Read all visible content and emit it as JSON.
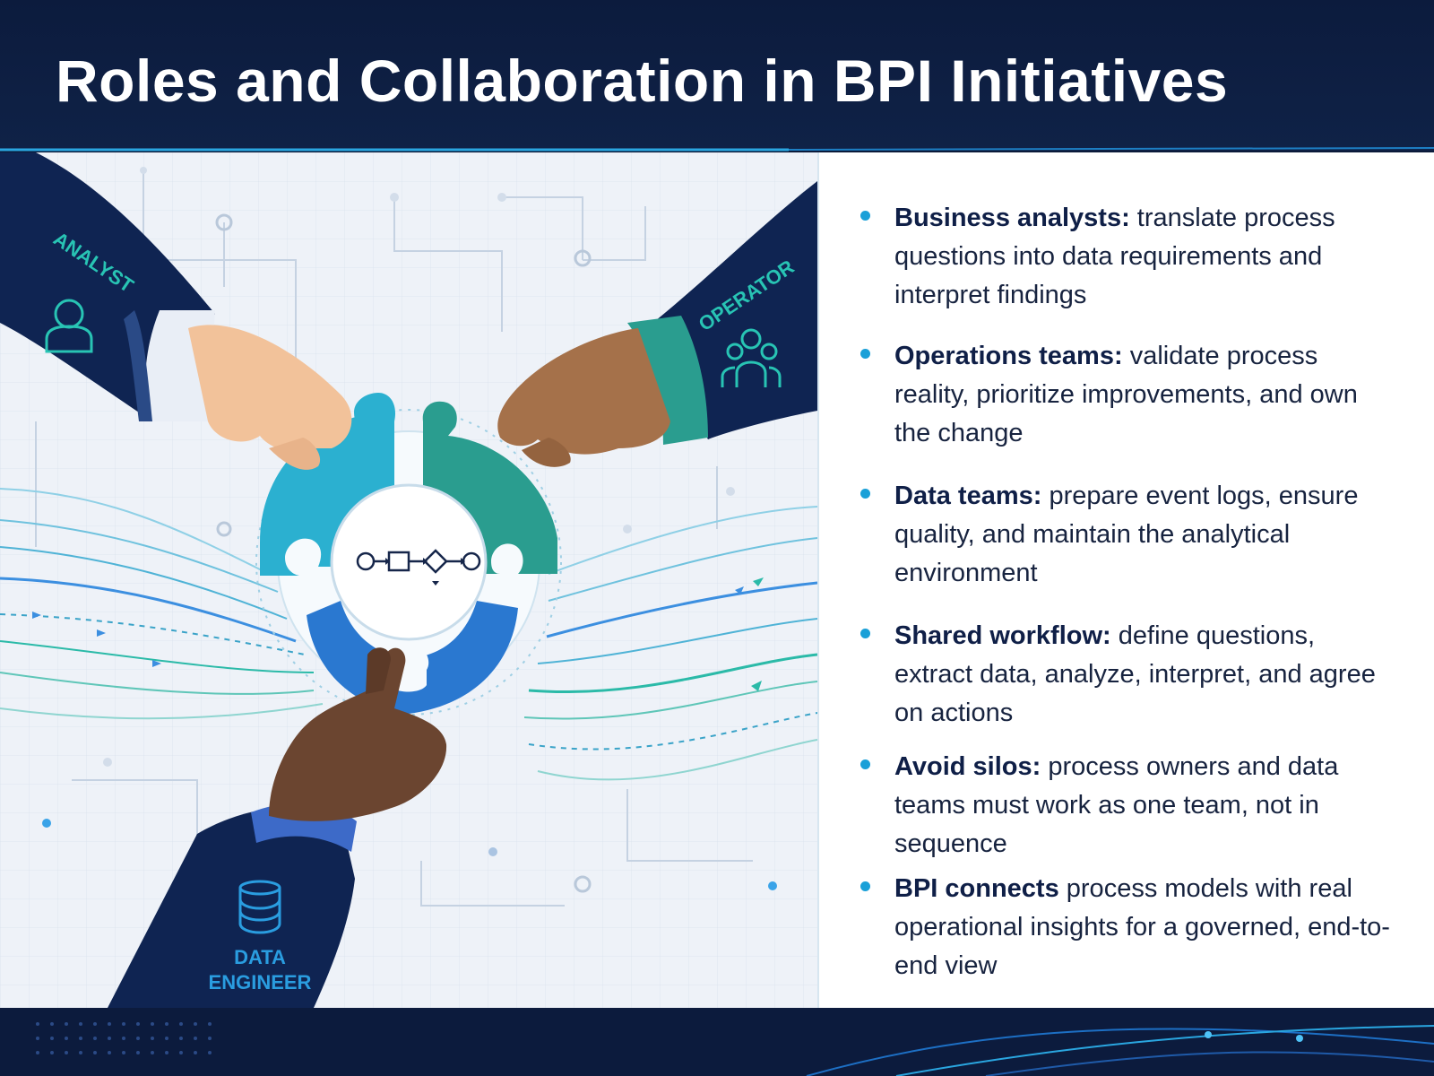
{
  "title": "Roles and Collaboration in BPI Initiatives",
  "illustration": {
    "role_labels": {
      "analyst": "ANALYST",
      "operator": "OPERATOR",
      "data_engineer_line1": "DATA",
      "data_engineer_line2": "ENGINEER"
    },
    "icons": [
      "user-icon",
      "team-icon",
      "database-icon",
      "process-flow-icon"
    ]
  },
  "bullets": [
    {
      "bold": "Business analysts:",
      "text": " translate process questions into data requirements and interpret findings"
    },
    {
      "bold": "Operations teams:",
      "text": " validate process reality, prioritize improvements, and own the change"
    },
    {
      "bold": "Data teams:",
      "text": " prepare event logs, ensure quality, and maintain the analytical environment"
    },
    {
      "bold": "Shared workflow:",
      "text": " define questions, extract data, analyze, interpret, and agree on actions"
    },
    {
      "bold": "Avoid silos:",
      "text": " process owners and data teams must work as one team, not in sequence"
    },
    {
      "bold": "BPI connects",
      "text": " process models with real operational insights for a governed, end-to-end view"
    }
  ],
  "colors": {
    "navy": "#0c1b3d",
    "accent_cyan": "#1aa0d8",
    "puzzle_cyan": "#2bb0d0",
    "puzzle_teal": "#2a9d8f",
    "puzzle_blue": "#2a78d0"
  }
}
